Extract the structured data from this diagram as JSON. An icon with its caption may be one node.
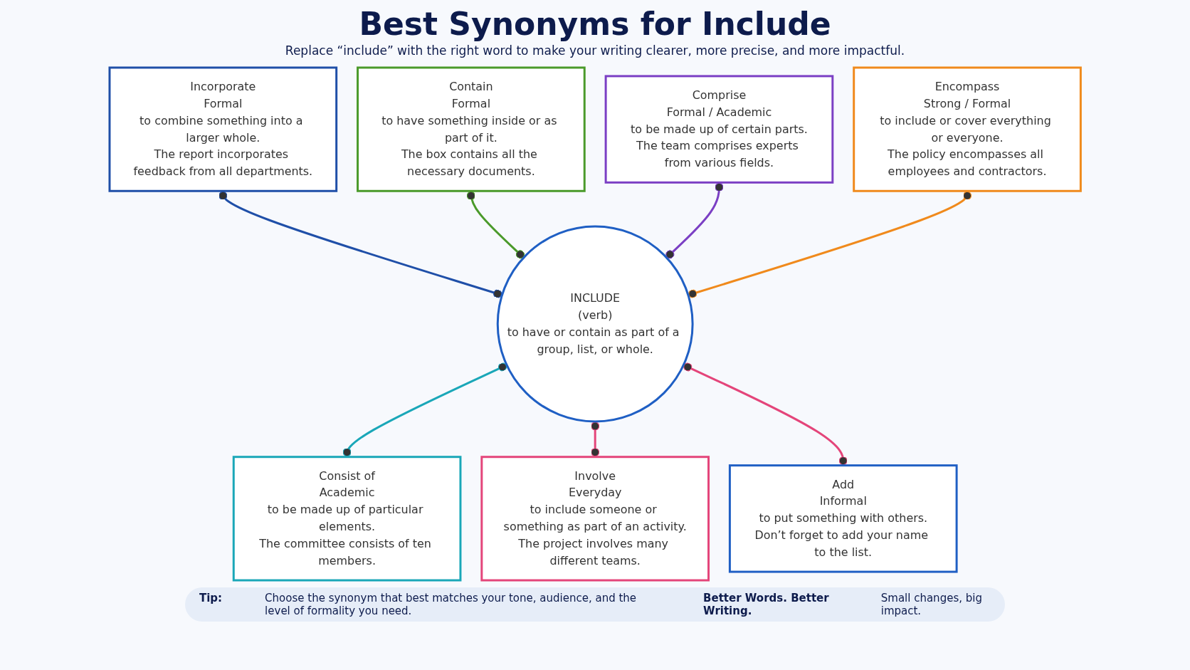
{
  "diagram": {
    "title": "Best Synonyms for Include",
    "caption": "Replace “include” with the right word to make your writing clearer, more precise, and more impactful.",
    "nodes": [
      {
        "text": [
          "INCLUDE",
          "(verb)",
          "to have or contain as part of a group, list, or whole."
        ]
      },
      {
        "text": [
          "Incorporate",
          "Formal",
          "to combine something into a larger whole.",
          "The report incorporates feedback from all departments."
        ]
      },
      {
        "text": [
          "Contain",
          "Formal",
          "to have something inside or as part of it.",
          "The box contains all the necessary documents."
        ]
      },
      {
        "text": [
          "Comprise",
          "Formal / Academic",
          "to be made up of certain parts.",
          "The team comprises experts from various fields."
        ]
      },
      {
        "text": [
          "Encompass",
          "Strong / Formal",
          "to include or cover everything or everyone.",
          "The policy encompasses all employees and contractors."
        ]
      },
      {
        "text": [
          "Consist of",
          "Academic",
          "to be made up of particular elements.",
          "The committee consists of ten members."
        ]
      },
      {
        "text": [
          "Involve",
          "Everyday",
          "to include someone or something as part of an activity.",
          "The project involves many different teams."
        ]
      },
      {
        "text": [
          "Add",
          "Informal",
          "to put something with others.",
          "Don’t forget to add your name to the list."
        ]
      }
    ],
    "edges": [
      {
        "from": 1,
        "to": 0,
        "arrow": "other",
        "color": "#1f4fa8"
      },
      {
        "from": 2,
        "to": 0,
        "arrow": "other",
        "color": "#4a9a2a"
      },
      {
        "from": 3,
        "to": 0,
        "arrow": "other",
        "color": "#7b3fc4"
      },
      {
        "from": 4,
        "to": 0,
        "arrow": "other",
        "color": "#f08a1c"
      },
      {
        "from": 0,
        "to": 5,
        "arrow": "other",
        "color": "#1aa7b8"
      },
      {
        "from": 0,
        "to": 6,
        "arrow": "other",
        "color": "#e4457a"
      },
      {
        "from": 0,
        "to": 7,
        "arrow": "other",
        "color": "#e4457a"
      }
    ],
    "labels": [
      "Tip:",
      "Choose the synonym that best matches your tone, audience, and the level of formality you need.",
      "Better Words. Better Writing.",
      "Small changes, big impact."
    ]
  }
}
